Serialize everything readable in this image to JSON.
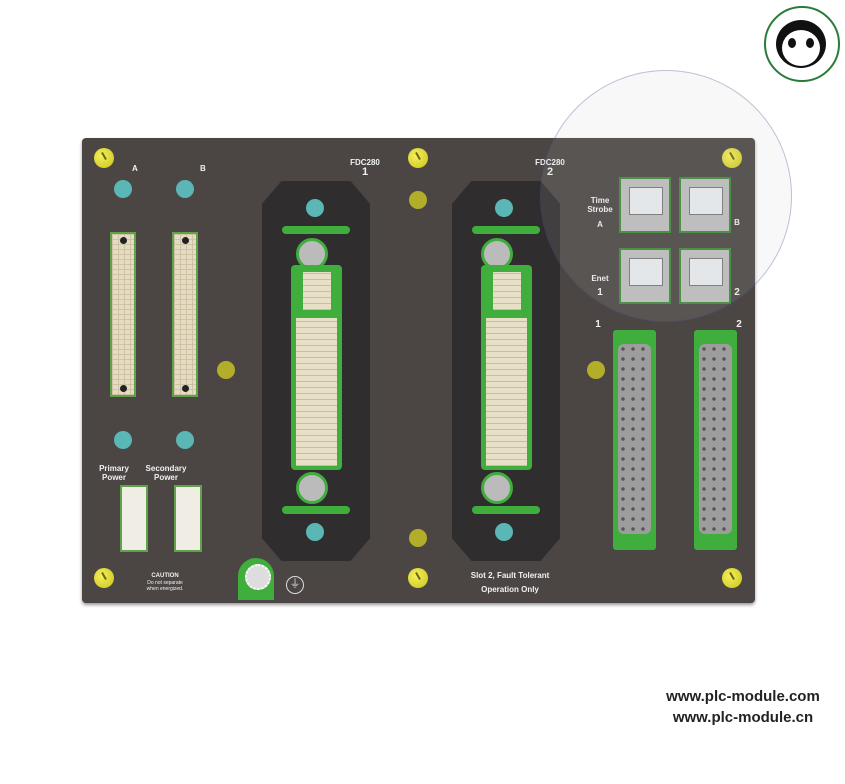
{
  "panel": {
    "slot_labels": {
      "a": "A",
      "b": "B"
    },
    "fdc1": {
      "model": "FDC280",
      "number": "1"
    },
    "fdc2": {
      "model": "FDC280",
      "number": "2"
    },
    "time_strobe": {
      "label": "Time Strobe",
      "a": "A",
      "b": "B"
    },
    "ethernet": {
      "label": "Enet",
      "one": "1",
      "two": "2"
    },
    "serial": {
      "one": "1",
      "two": "2"
    },
    "power": {
      "primary": "Primary Power",
      "secondary": "Secondary Power"
    },
    "caution": {
      "title": "CAUTION",
      "text": "Do not separate when energized."
    },
    "slot_note": {
      "line1": "Slot 2, Fault Tolerant",
      "line2": "Operation Only"
    }
  },
  "watermark": {
    "line1": "www.plc-module.com",
    "line2": "www.plc-module.cn"
  },
  "colors": {
    "panel": "#4b4644",
    "accent_green": "#3fae3c",
    "led_cyan": "#5ab7b6",
    "screw_yellow": "#e0da38"
  }
}
